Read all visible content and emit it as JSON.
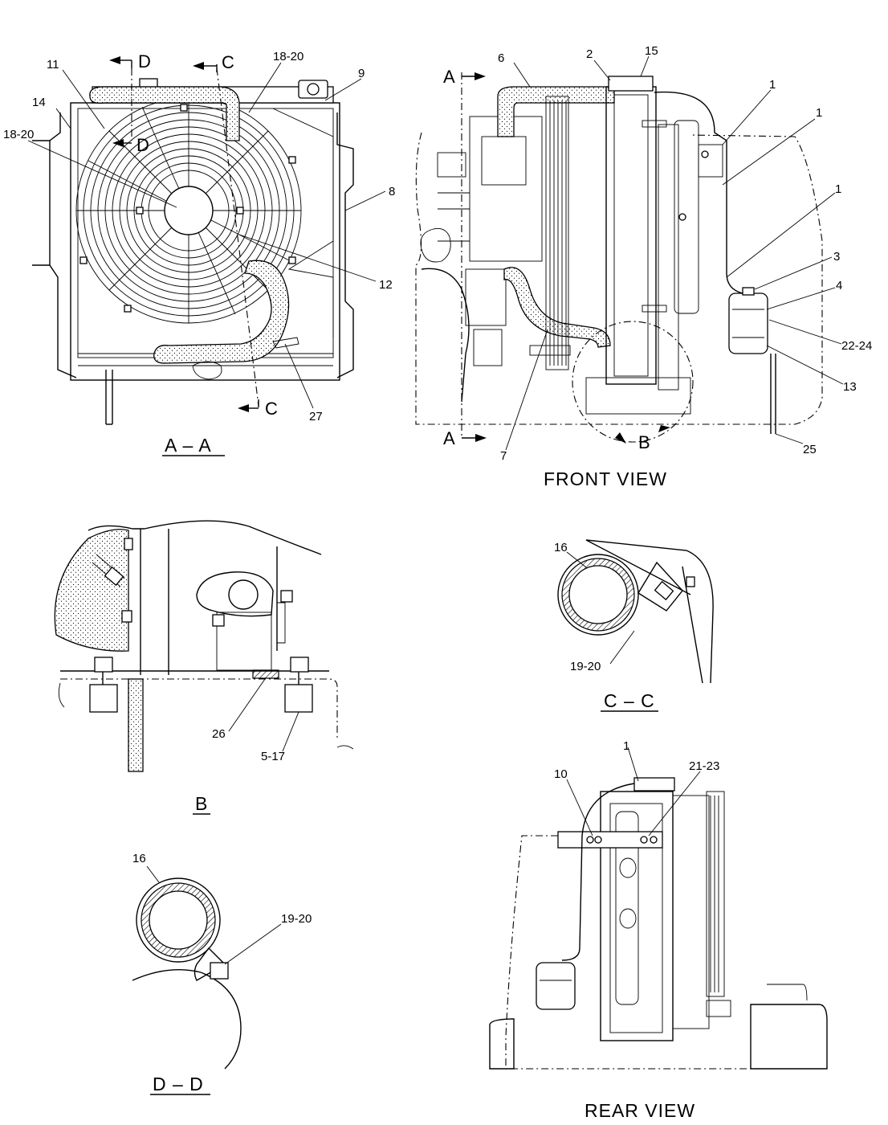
{
  "views": {
    "section_aa": {
      "title": "A – A",
      "callouts": [
        "11",
        "14",
        "18-20",
        "18-20",
        "9",
        "8",
        "12",
        "27"
      ],
      "section_marks": [
        "D",
        "C",
        "D",
        "C"
      ]
    },
    "front_view": {
      "title": "FRONT  VIEW",
      "callouts": [
        "6",
        "2",
        "15",
        "1",
        "1",
        "1",
        "3",
        "4",
        "22-24",
        "13",
        "25",
        "7"
      ],
      "section_marks": [
        "A",
        "A",
        "B"
      ]
    },
    "detail_b": {
      "title": "B",
      "callouts": [
        "26",
        "5-17"
      ]
    },
    "section_cc": {
      "title": "C – C",
      "callouts": [
        "16",
        "19-20"
      ]
    },
    "section_dd": {
      "title": "D – D",
      "callouts": [
        "16",
        "19-20"
      ]
    },
    "rear_view": {
      "title": "REAR  VIEW",
      "callouts": [
        "1",
        "10",
        "21-23"
      ]
    }
  },
  "colors": {
    "ink": "#000000",
    "paper": "#ffffff"
  }
}
